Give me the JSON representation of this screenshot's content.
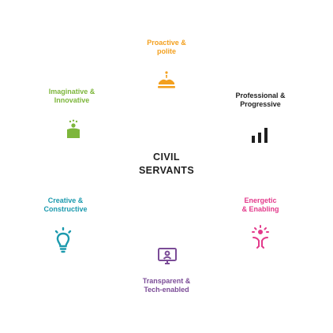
{
  "center": {
    "title": "CIVIL\nSERVANTS"
  },
  "colors": {
    "orange": "#F3A01F",
    "green": "#7DB63B",
    "teal": "#1C9AAE",
    "magenta": "#E33A8B",
    "purple": "#7B4C97",
    "dark": "#1F1F1F"
  },
  "qualities": [
    {
      "label": "Proactive &\npolite",
      "icon": "hands-icon",
      "color": "#F3A01F"
    },
    {
      "label": "Imaginative &\nInnovative",
      "icon": "idea-person-icon",
      "color": "#7DB63B"
    },
    {
      "label": "Professional &\nProgressive",
      "icon": "growth-chart-icon",
      "color": "#1F1F1F"
    },
    {
      "label": "Creative &\nConstructive",
      "icon": "lightbulb-icon",
      "color": "#1C9AAE"
    },
    {
      "label": "Energetic\n& Enabling",
      "icon": "energetic-person-icon",
      "color": "#E33A8B"
    },
    {
      "label": "Transparent &\nTech-enabled",
      "icon": "computer-icon",
      "color": "#7B4C97"
    }
  ]
}
